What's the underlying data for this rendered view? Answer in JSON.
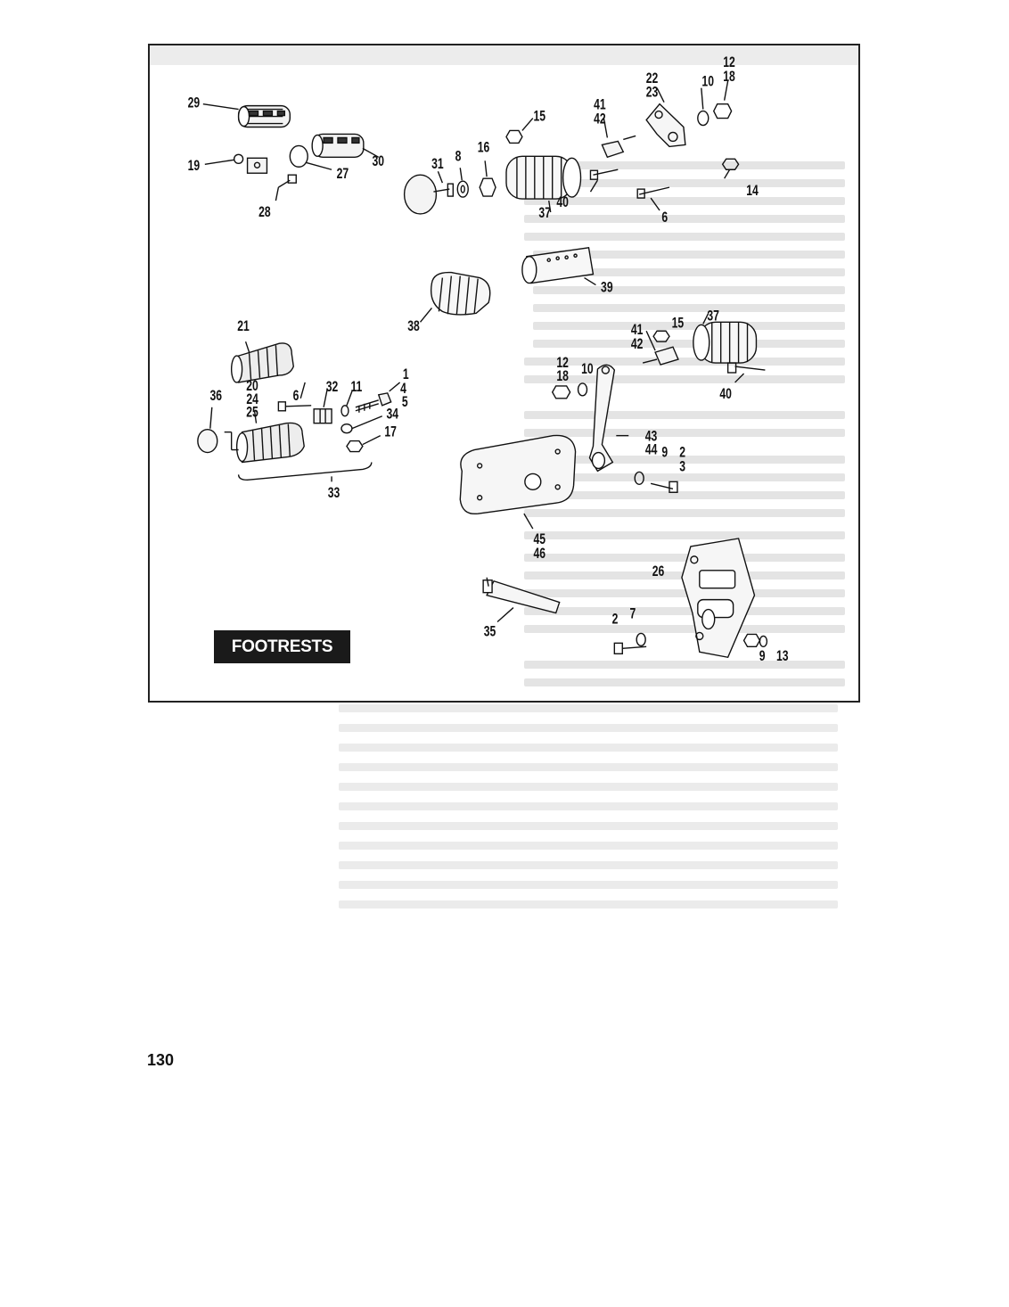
{
  "section_title": "FOOTRESTS",
  "page_number": "130",
  "callouts": [
    "29",
    "30",
    "19",
    "27",
    "28",
    "31",
    "8",
    "16",
    "15",
    "41",
    "42",
    "22",
    "23",
    "10",
    "12",
    "18",
    "6",
    "14",
    "37",
    "40",
    "39",
    "38",
    "21",
    "20",
    "24",
    "25",
    "36",
    "32",
    "11",
    "4",
    "1",
    "5",
    "34",
    "17",
    "33",
    "43",
    "44",
    "9",
    "2",
    "3",
    "45",
    "46",
    "26",
    "35",
    "7",
    "13"
  ]
}
